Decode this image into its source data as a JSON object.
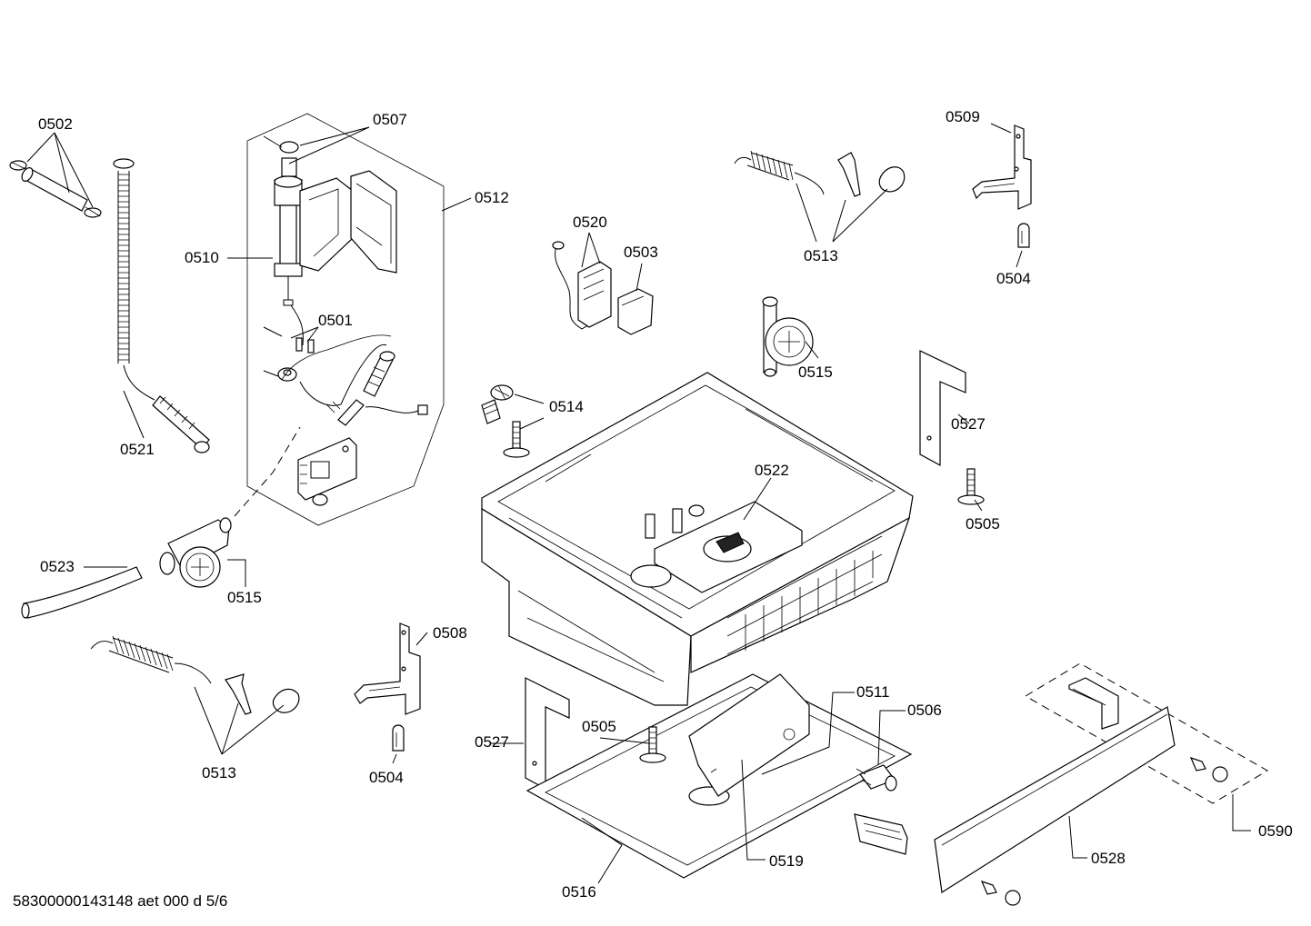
{
  "labels": {
    "p0501": "0501",
    "p0502": "0502",
    "p0503": "0503",
    "p0504": "0504",
    "p0505": "0505",
    "p0506": "0506",
    "p0507": "0507",
    "p0508": "0508",
    "p0509": "0509",
    "p0510": "0510",
    "p0511": "0511",
    "p0512": "0512",
    "p0513": "0513",
    "p0514": "0514",
    "p0515": "0515",
    "p0516": "0516",
    "p0519": "0519",
    "p0520": "0520",
    "p0521": "0521",
    "p0522": "0522",
    "p0523": "0523",
    "p0527": "0527",
    "p0528": "0528",
    "p0590": "0590"
  },
  "footer": "58300000143148 aet 000 d 5/6"
}
